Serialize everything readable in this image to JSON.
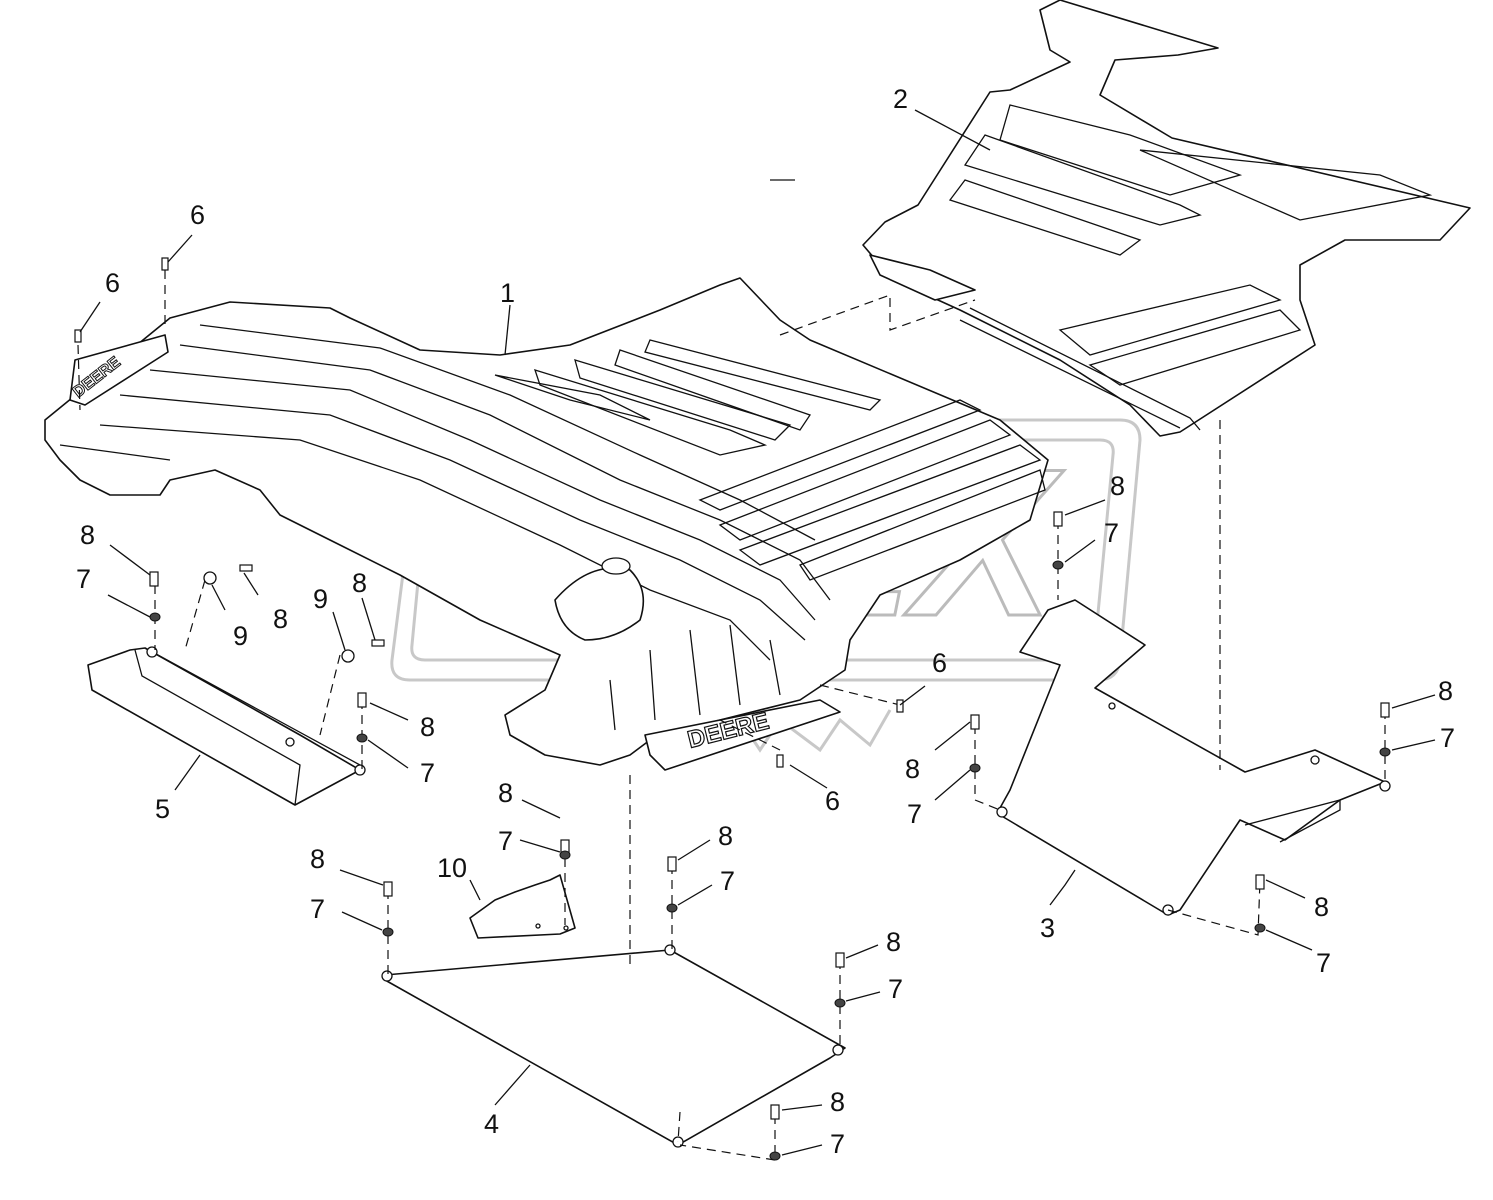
{
  "diagram": {
    "brand_mark": "DEERE",
    "watermark": "OPEX",
    "callouts": [
      {
        "id": "c1",
        "label": "1"
      },
      {
        "id": "c2",
        "label": "2"
      },
      {
        "id": "c3",
        "label": "3"
      },
      {
        "id": "c4",
        "label": "4"
      },
      {
        "id": "c5",
        "label": "5"
      },
      {
        "id": "c6a",
        "label": "6"
      },
      {
        "id": "c6b",
        "label": "6"
      },
      {
        "id": "c6c",
        "label": "6"
      },
      {
        "id": "c6d",
        "label": "6"
      },
      {
        "id": "c7a",
        "label": "7"
      },
      {
        "id": "c7b",
        "label": "7"
      },
      {
        "id": "c7c",
        "label": "7"
      },
      {
        "id": "c7d",
        "label": "7"
      },
      {
        "id": "c7e",
        "label": "7"
      },
      {
        "id": "c7f",
        "label": "7"
      },
      {
        "id": "c7g",
        "label": "7"
      },
      {
        "id": "c7h",
        "label": "7"
      },
      {
        "id": "c7i",
        "label": "7"
      },
      {
        "id": "c7j",
        "label": "7"
      },
      {
        "id": "c7k",
        "label": "7"
      },
      {
        "id": "c8a",
        "label": "8"
      },
      {
        "id": "c8b",
        "label": "8"
      },
      {
        "id": "c8c",
        "label": "8"
      },
      {
        "id": "c8d",
        "label": "8"
      },
      {
        "id": "c8e",
        "label": "8"
      },
      {
        "id": "c8f",
        "label": "8"
      },
      {
        "id": "c8g",
        "label": "8"
      },
      {
        "id": "c8h",
        "label": "8"
      },
      {
        "id": "c8i",
        "label": "8"
      },
      {
        "id": "c8j",
        "label": "8"
      },
      {
        "id": "c8k",
        "label": "8"
      },
      {
        "id": "c8l",
        "label": "8"
      },
      {
        "id": "c9a",
        "label": "9"
      },
      {
        "id": "c9b",
        "label": "9"
      },
      {
        "id": "c10",
        "label": "10"
      }
    ]
  }
}
